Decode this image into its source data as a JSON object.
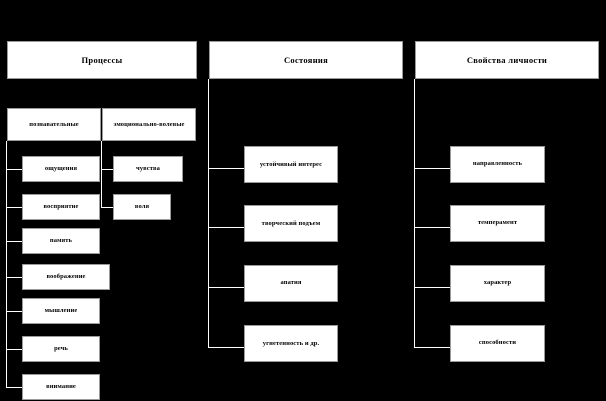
{
  "diagram": {
    "title_columns": [
      {
        "id": "processes",
        "label": "Процессы"
      },
      {
        "id": "states",
        "label": "Состояния"
      },
      {
        "id": "personality_properties",
        "label": "Свойства личности"
      }
    ],
    "processes": {
      "header": "Процессы",
      "subgroups": [
        {
          "id": "cognitive",
          "label": "познавательные"
        },
        {
          "id": "emotional_volitional",
          "label": "эмоционально-волевые"
        }
      ],
      "cognitive_items": [
        "ощущения",
        "восприятие",
        "память",
        "воображение",
        "мышление",
        "речь",
        "внимание"
      ],
      "emotional_volitional_items": [
        "чувства",
        "воля"
      ]
    },
    "states": {
      "header": "Состояния",
      "items": [
        "устойчивый интерес",
        "творческий подъем",
        "апатия",
        "угнетенность и др."
      ]
    },
    "personality_properties": {
      "header": "Свойства личности",
      "items": [
        "направленность",
        "темперамент",
        "характер",
        "способности"
      ]
    },
    "colors": {
      "background": "#000000",
      "box_fill": "#ffffff",
      "box_border": "#9a9a9a",
      "text": "#000000",
      "connector": "#ffffff"
    }
  }
}
